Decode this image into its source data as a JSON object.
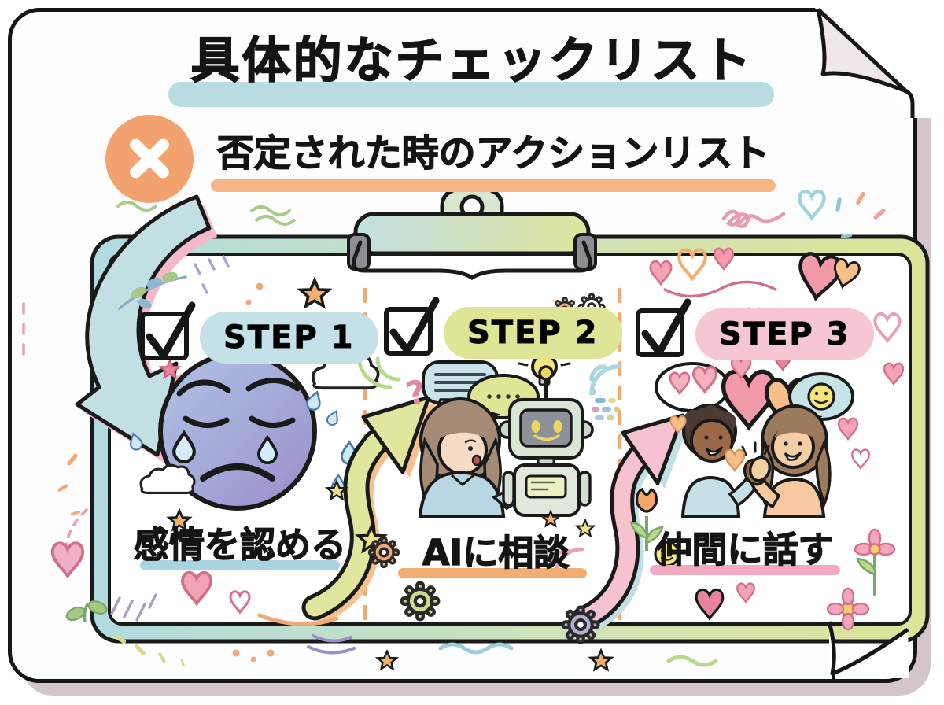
{
  "page": {
    "type": "hand-drawn-infographic",
    "paper_color": "#fdfdfd",
    "paper_shadow_color": "#d4c5cd",
    "corner_folds": [
      "top-right",
      "bottom-right"
    ]
  },
  "header": {
    "title": "具体的なチェックリスト",
    "title_highlight_color": "#b9dce2",
    "x_badge": {
      "icon": "x-mark-icon",
      "circle_color": "#f1a26e",
      "x_color": "#ffffff"
    },
    "subtitle": "否定された時のアクションリスト",
    "subtitle_underline_color": "#f5b585"
  },
  "clipboard": {
    "clip_icon": "clipboard-clip-icon",
    "border_gradient": [
      "#b2dbe0",
      "#dde49a"
    ],
    "divider_color": "#f0ab70",
    "divider_style": "dashed"
  },
  "steps": [
    {
      "label": "STEP 1",
      "caption": "感情を認める",
      "pill_color": "#c3e1e6",
      "underline_color": "#a9d5e3",
      "checkbox": "checked",
      "illustration": "sad-crying-face-with-clouds-and-tears"
    },
    {
      "label": "STEP 2",
      "caption": "AIに相談",
      "pill_color": "#dfe596",
      "underline_color": "#f2ae72",
      "checkbox": "checked",
      "illustration": "woman-talking-with-robot-speech-bubbles-lightbulb-wifi-gears"
    },
    {
      "label": "STEP 3",
      "caption": "仲間に話す",
      "pill_color": "#f6c6d3",
      "underline_color": "#f3a9c0",
      "checkbox": "checked",
      "illustration": "two-friends-high-five-hearts-flowers-smileys"
    }
  ],
  "arrows": [
    {
      "name": "intro-curved-arrow",
      "color": "#c2e0e3",
      "shadow_color": "#f3b9cb",
      "path": "from subtitle down into clipboard"
    },
    {
      "name": "step1-to-step2-arrow",
      "color": "#e0e69e",
      "shadow_color": "#f5c18e",
      "path": "s-curve up-right"
    },
    {
      "name": "step2-to-step3-arrow",
      "color": "#f6c2d0",
      "shadow_color": "#c2dfe4",
      "path": "s-curve up-right"
    }
  ],
  "decorations": [
    {
      "icon": "star-icon",
      "colors": [
        "#e8849c",
        "#f0b070",
        "#efe08a"
      ]
    },
    {
      "icon": "heart-icon",
      "colors": [
        "#f2a4b6",
        "#f6bf8a",
        "#f29aaa"
      ]
    },
    {
      "icon": "gear-icon",
      "colors": [
        "#f0a875",
        "#aebedc",
        "#ccdd90",
        "#b3abd0"
      ]
    },
    {
      "icon": "cloud-icon",
      "color": "#ffffff"
    },
    {
      "icon": "teardrop-icon",
      "color": "#cfe8f5"
    },
    {
      "icon": "lightbulb-icon",
      "color": "#f6e47e"
    },
    {
      "icon": "wifi-icon",
      "colors": [
        "#a9d6e0",
        "#b9d98a"
      ]
    },
    {
      "icon": "speech-bubble-icon",
      "colors": [
        "#c8e3ea",
        "#dee696",
        "#ffffff"
      ]
    },
    {
      "icon": "question-mark-icon",
      "colors": [
        "#e2889e",
        "#3a4a52"
      ]
    },
    {
      "icon": "smiley-icon",
      "color": "#f6e47e"
    },
    {
      "icon": "flower-icon",
      "colors": [
        "#f4a7bc",
        "#f5a86a"
      ]
    },
    {
      "icon": "leaf-sprig-icon",
      "color": "#a8c888"
    },
    {
      "icon": "squiggle-icon",
      "colors": [
        "#e89cb4",
        "#a8cc88",
        "#9cd0d8"
      ]
    }
  ]
}
